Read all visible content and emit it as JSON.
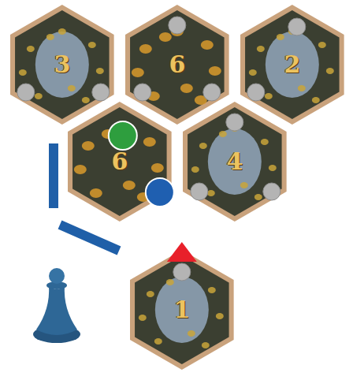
{
  "diagram": {
    "nodes": [
      {
        "text": [
          "3"
        ]
      },
      {
        "text": [
          "6"
        ]
      },
      {
        "text": [
          "2"
        ]
      },
      {
        "text": [
          "6"
        ]
      },
      {
        "text": [
          "4"
        ]
      },
      {
        "text": [
          "1"
        ]
      }
    ]
  }
}
